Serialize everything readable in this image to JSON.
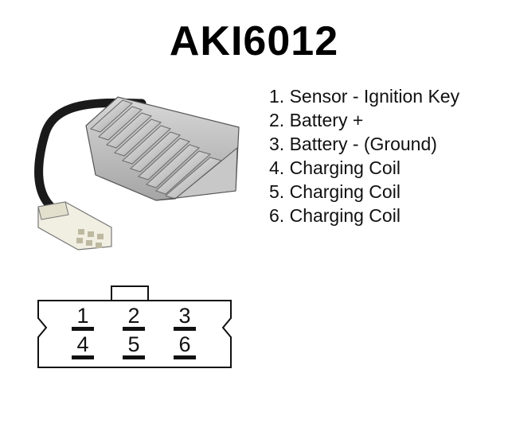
{
  "title": "AKI6012",
  "photo": {
    "icon": "voltage-regulator-photo"
  },
  "pins": [
    {
      "num": "1.",
      "label": "Sensor - Ignition Key"
    },
    {
      "num": "2.",
      "label": "Battery +"
    },
    {
      "num": "3.",
      "label": "Battery - (Ground)"
    },
    {
      "num": "4.",
      "label": "Charging Coil"
    },
    {
      "num": "5.",
      "label": "Charging Coil"
    },
    {
      "num": "6.",
      "label": "Charging Coil"
    }
  ],
  "connector": {
    "top_row": [
      "1",
      "2",
      "3"
    ],
    "bottom_row": [
      "4",
      "5",
      "6"
    ]
  }
}
